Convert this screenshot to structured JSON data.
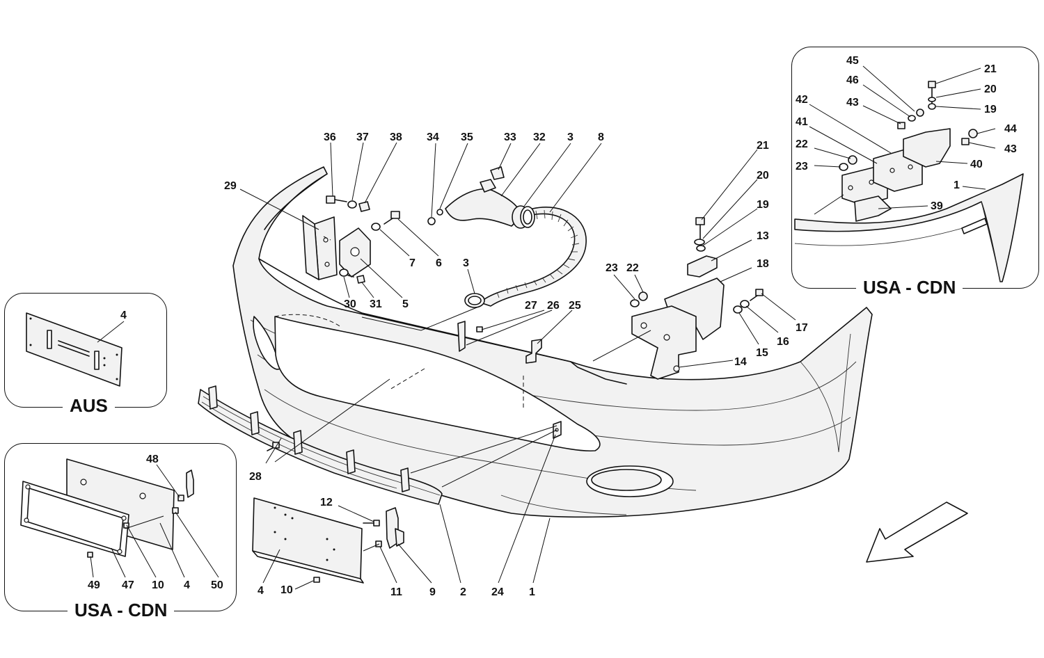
{
  "insets": {
    "aus": {
      "title": "AUS"
    },
    "usa_cdn_plate": {
      "title": "USA - CDN"
    },
    "usa_cdn_bracket": {
      "title": "USA - CDN"
    }
  },
  "callouts": [
    {
      "id": "c1",
      "text": "1"
    },
    {
      "id": "c1b",
      "text": "1"
    },
    {
      "id": "c2",
      "text": "2"
    },
    {
      "id": "c3a",
      "text": "3"
    },
    {
      "id": "c3b",
      "text": "3"
    },
    {
      "id": "c4a",
      "text": "4"
    },
    {
      "id": "c4b",
      "text": "4"
    },
    {
      "id": "c4c",
      "text": "4"
    },
    {
      "id": "c5",
      "text": "5"
    },
    {
      "id": "c6",
      "text": "6"
    },
    {
      "id": "c7",
      "text": "7"
    },
    {
      "id": "c8",
      "text": "8"
    },
    {
      "id": "c9",
      "text": "9"
    },
    {
      "id": "c10a",
      "text": "10"
    },
    {
      "id": "c10b",
      "text": "10"
    },
    {
      "id": "c11",
      "text": "11"
    },
    {
      "id": "c12",
      "text": "12"
    },
    {
      "id": "c13",
      "text": "13"
    },
    {
      "id": "c14",
      "text": "14"
    },
    {
      "id": "c15",
      "text": "15"
    },
    {
      "id": "c16",
      "text": "16"
    },
    {
      "id": "c17",
      "text": "17"
    },
    {
      "id": "c18",
      "text": "18"
    },
    {
      "id": "c19a",
      "text": "19"
    },
    {
      "id": "c19b",
      "text": "19"
    },
    {
      "id": "c20a",
      "text": "20"
    },
    {
      "id": "c20b",
      "text": "20"
    },
    {
      "id": "c21a",
      "text": "21"
    },
    {
      "id": "c21b",
      "text": "21"
    },
    {
      "id": "c22a",
      "text": "22"
    },
    {
      "id": "c22b",
      "text": "22"
    },
    {
      "id": "c23a",
      "text": "23"
    },
    {
      "id": "c23b",
      "text": "23"
    },
    {
      "id": "c24",
      "text": "24"
    },
    {
      "id": "c25",
      "text": "25"
    },
    {
      "id": "c26",
      "text": "26"
    },
    {
      "id": "c27",
      "text": "27"
    },
    {
      "id": "c28",
      "text": "28"
    },
    {
      "id": "c29",
      "text": "29"
    },
    {
      "id": "c30",
      "text": "30"
    },
    {
      "id": "c31",
      "text": "31"
    },
    {
      "id": "c32",
      "text": "32"
    },
    {
      "id": "c33",
      "text": "33"
    },
    {
      "id": "c34",
      "text": "34"
    },
    {
      "id": "c35",
      "text": "35"
    },
    {
      "id": "c36",
      "text": "36"
    },
    {
      "id": "c37",
      "text": "37"
    },
    {
      "id": "c38",
      "text": "38"
    },
    {
      "id": "c39",
      "text": "39"
    },
    {
      "id": "c40",
      "text": "40"
    },
    {
      "id": "c41",
      "text": "41"
    },
    {
      "id": "c42",
      "text": "42"
    },
    {
      "id": "c43a",
      "text": "43"
    },
    {
      "id": "c43b",
      "text": "43"
    },
    {
      "id": "c44",
      "text": "44"
    },
    {
      "id": "c45",
      "text": "45"
    },
    {
      "id": "c46",
      "text": "46"
    },
    {
      "id": "c47",
      "text": "47"
    },
    {
      "id": "c48",
      "text": "48"
    },
    {
      "id": "c49",
      "text": "49"
    },
    {
      "id": "c50",
      "text": "50"
    }
  ]
}
